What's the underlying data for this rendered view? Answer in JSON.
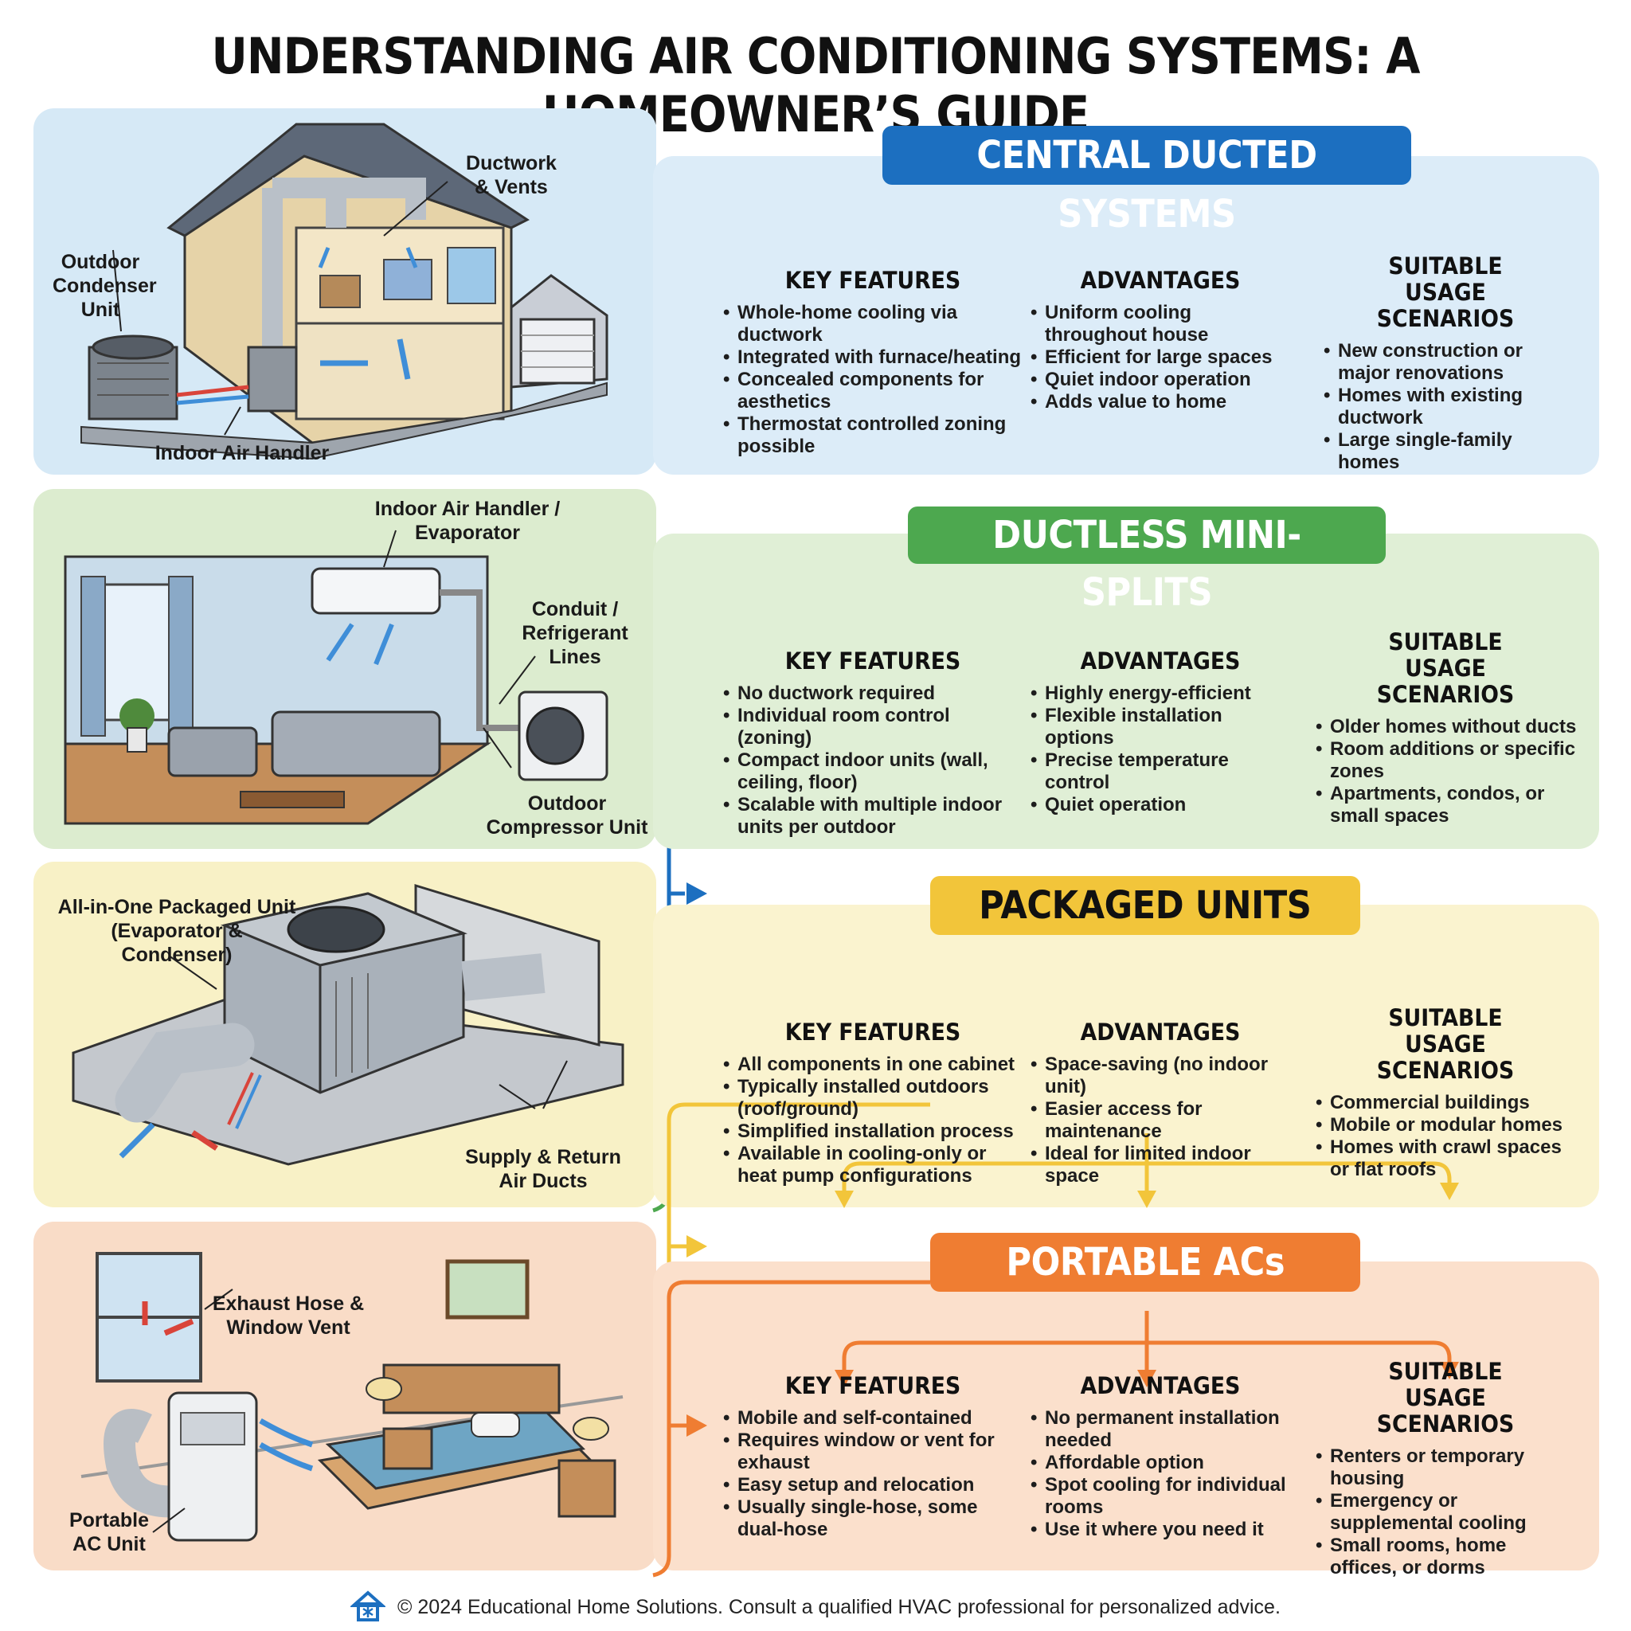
{
  "title": "UNDERSTANDING AIR CONDITIONING SYSTEMS: A HOMEOWNER’S GUIDE",
  "column_titles": {
    "features": "KEY FEATURES",
    "advantages": "ADVANTAGES",
    "scenarios": "SUITABLE USAGE SCENARIOS"
  },
  "sections": [
    {
      "heading": "CENTRAL DUCTED SYSTEMS",
      "color": "#1c6fc0",
      "illus_bg": "#d6e9f6",
      "panel_bg": "#dcecf8",
      "callouts": [
        "Ductwork & Vents",
        "Outdoor Condenser Unit",
        "Indoor Air Handler"
      ],
      "features": [
        "Whole-home cooling via ductwork",
        "Integrated with furnace/heating",
        "Concealed components for aesthetics",
        "Thermostat controlled zoning possible"
      ],
      "advantages": [
        "Uniform cooling throughout house",
        "Efficient for large spaces",
        "Quiet indoor operation",
        "Adds value to home"
      ],
      "scenarios": [
        "New construction or major renovations",
        "Homes with existing ductwork",
        "Large single-family homes"
      ]
    },
    {
      "heading": "DUCTLESS MINI-SPLITS",
      "color": "#4da84f",
      "illus_bg": "#dceccf",
      "panel_bg": "#e0efd6",
      "callouts": [
        "Indoor Air Handler / Evaporator",
        "Conduit / Refrigerant Lines",
        "Outdoor Compressor Unit"
      ],
      "features": [
        "No ductwork required",
        "Individual room control (zoning)",
        "Compact indoor units (wall, ceiling, floor)",
        "Scalable with multiple indoor units per outdoor"
      ],
      "advantages": [
        "Highly energy-efficient",
        "Flexible installation options",
        "Precise temperature control",
        "Quiet operation"
      ],
      "scenarios": [
        "Older homes without ducts",
        "Room additions or specific zones",
        "Apartments, condos, or small spaces"
      ]
    },
    {
      "heading": "PACKAGED UNITS",
      "color": "#f2c53a",
      "illus_bg": "#f8f1c6",
      "panel_bg": "#faf3cf",
      "callouts": [
        "All-in-One Packaged Unit (Evaporator & Condenser)",
        "Supply & Return Air Ducts"
      ],
      "features": [
        "All components in one cabinet",
        "Typically installed outdoors (roof/ground)",
        "Simplified installation process",
        "Available in cooling-only or heat pump configurations"
      ],
      "advantages": [
        "Space-saving (no indoor unit)",
        "Easier access for maintenance",
        "Ideal for limited indoor space"
      ],
      "scenarios": [
        "Commercial buildings",
        "Mobile or modular homes",
        "Homes with crawl spaces or flat roofs"
      ]
    },
    {
      "heading": "PORTABLE ACs",
      "color": "#ef7d32",
      "illus_bg": "#f9dcc7",
      "panel_bg": "#fbe0cc",
      "callouts": [
        "Exhaust Hose & Window Vent",
        "Portable AC Unit"
      ],
      "features": [
        "Mobile and self-contained",
        "Requires window or vent for exhaust",
        "Easy setup and relocation",
        "Usually single-hose, some dual-hose"
      ],
      "advantages": [
        "No permanent installation needed",
        "Affordable option",
        "Spot cooling for individual rooms",
        "Use it where you need it"
      ],
      "scenarios": [
        "Renters or temporary housing",
        "Emergency or supplemental cooling",
        "Small rooms, home offices, or dorms"
      ]
    }
  ],
  "footer": "© 2024 Educational Home Solutions. Consult a qualified HVAC professional for personalized advice.",
  "icons": [
    "house-snowflake-icon"
  ]
}
